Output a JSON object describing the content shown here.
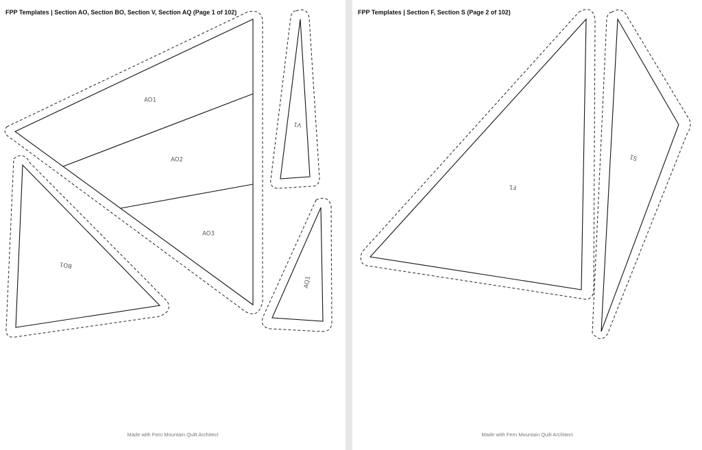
{
  "pages": [
    {
      "title": "FPP Templates | Section AO, Section BO, Section V, Section AQ (Page 1 of 102)",
      "footer": "Made with Fern Mountain Quilt Architect",
      "labels": {
        "ao1": "AO1",
        "ao2": "AO2",
        "ao3": "AO3",
        "bo1": "BO1",
        "v1": "V1",
        "aq1": "AQ1"
      }
    },
    {
      "title": "FPP Templates | Section F, Section S (Page 2 of 102)",
      "footer": "Made with Fern Mountain Quilt Architect",
      "labels": {
        "f1": "F1",
        "s1": "S1"
      }
    }
  ],
  "colors": {
    "viewer_bg": "#e6e6e6",
    "page_bg": "#ffffff",
    "line": "#111111",
    "label": "#555555"
  }
}
